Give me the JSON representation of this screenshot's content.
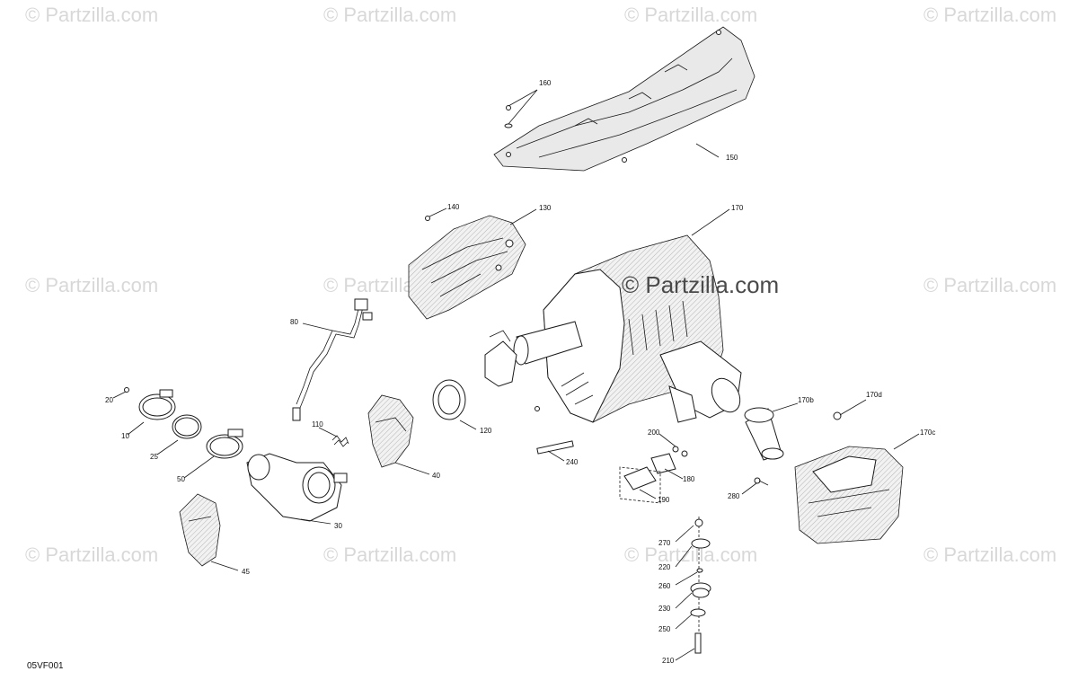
{
  "watermark": {
    "text": "© Partzilla.com",
    "center_text": "© Partzilla.com"
  },
  "diagram_code": "05VF001",
  "callouts": [
    {
      "id": "160",
      "text": "160"
    },
    {
      "id": "150",
      "text": "150"
    },
    {
      "id": "140",
      "text": "140"
    },
    {
      "id": "130",
      "text": "130"
    },
    {
      "id": "170",
      "text": "170"
    },
    {
      "id": "80",
      "text": "80"
    },
    {
      "id": "20",
      "text": "20"
    },
    {
      "id": "10",
      "text": "10"
    },
    {
      "id": "25",
      "text": "25"
    },
    {
      "id": "50",
      "text": "50"
    },
    {
      "id": "110",
      "text": "110"
    },
    {
      "id": "120",
      "text": "120"
    },
    {
      "id": "40",
      "text": "40"
    },
    {
      "id": "30",
      "text": "30"
    },
    {
      "id": "45",
      "text": "45"
    },
    {
      "id": "170b",
      "text": "170b"
    },
    {
      "id": "170d",
      "text": "170d"
    },
    {
      "id": "170c",
      "text": "170c"
    },
    {
      "id": "200",
      "text": "200"
    },
    {
      "id": "180",
      "text": "180"
    },
    {
      "id": "240",
      "text": "240"
    },
    {
      "id": "190",
      "text": "190"
    },
    {
      "id": "280",
      "text": "280"
    },
    {
      "id": "270",
      "text": "270"
    },
    {
      "id": "220",
      "text": "220"
    },
    {
      "id": "260",
      "text": "260"
    },
    {
      "id": "230",
      "text": "230"
    },
    {
      "id": "250",
      "text": "250"
    },
    {
      "id": "210",
      "text": "210"
    }
  ]
}
